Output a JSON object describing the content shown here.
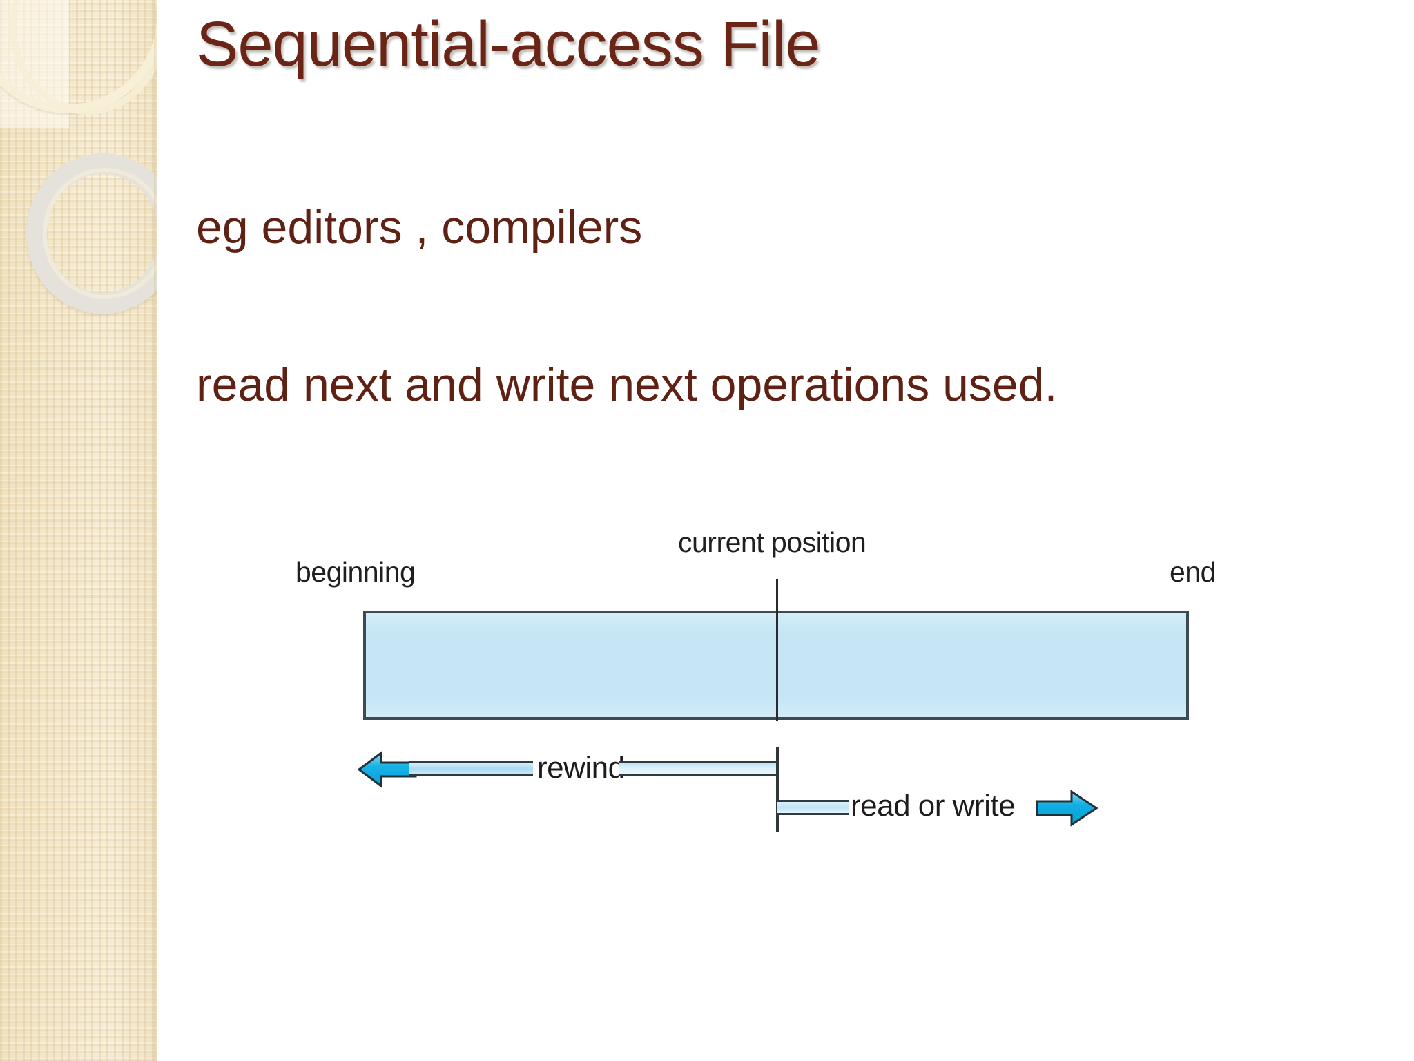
{
  "slide": {
    "title": "Sequential-access File",
    "body_lines": [
      "eg editors , compilers",
      "read next and write next operations used."
    ],
    "title_color": "#6b2517",
    "body_color": "#5e2114",
    "background_color": "#ffffff"
  },
  "sidebar": {
    "background_color": "#f3e6c9",
    "accent_ring_color": "#f7efd8",
    "grey_ring_color": "#e5e2db"
  },
  "diagram": {
    "type": "sequential-access-file-illustration",
    "labels": {
      "beginning": "beginning",
      "current_position": "current position",
      "end": "end",
      "rewind": "rewind",
      "read_or_write": "read or write"
    },
    "file_bar_fill": "#c6e6f6",
    "file_bar_border": "#3c4b52",
    "arrow_color": "#0aa8dc",
    "arrows": [
      {
        "name": "rewind-arrow",
        "direction": "left",
        "label": "rewind"
      },
      {
        "name": "read-or-write-arrow",
        "direction": "right",
        "label": "read or write"
      }
    ]
  }
}
